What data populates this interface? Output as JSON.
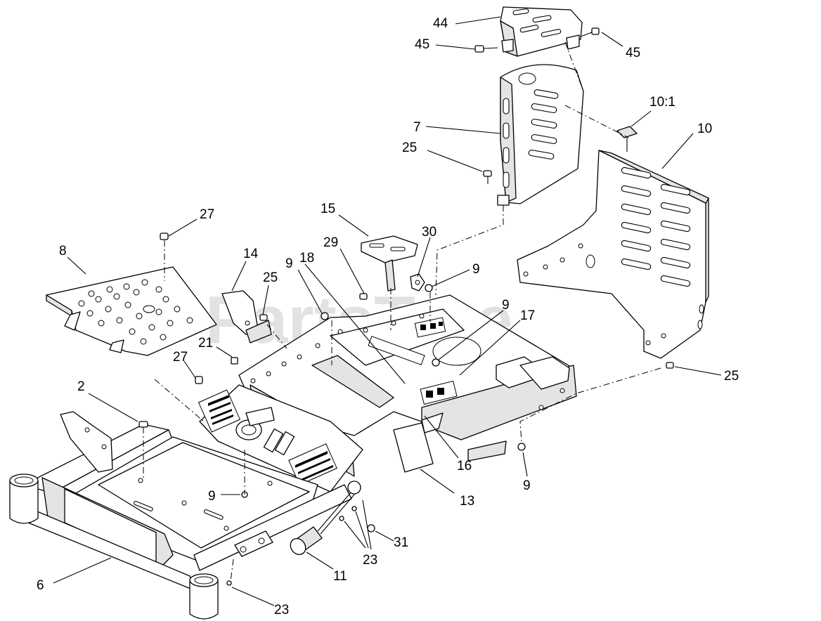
{
  "watermark": {
    "text": "PartsTree",
    "trademark": "TM"
  },
  "callouts": [
    {
      "id": "c44",
      "label": "44"
    },
    {
      "id": "c45a",
      "label": "45"
    },
    {
      "id": "c45b",
      "label": "45"
    },
    {
      "id": "c101",
      "label": "10:1"
    },
    {
      "id": "c10",
      "label": "10"
    },
    {
      "id": "c7",
      "label": "7"
    },
    {
      "id": "c25a",
      "label": "25"
    },
    {
      "id": "c27a",
      "label": "27"
    },
    {
      "id": "c8",
      "label": "8"
    },
    {
      "id": "c15",
      "label": "15"
    },
    {
      "id": "c30",
      "label": "30"
    },
    {
      "id": "c29",
      "label": "29"
    },
    {
      "id": "c9a",
      "label": "9"
    },
    {
      "id": "c14",
      "label": "14"
    },
    {
      "id": "c25b",
      "label": "25"
    },
    {
      "id": "c9b",
      "label": "9"
    },
    {
      "id": "c18",
      "label": "18"
    },
    {
      "id": "c9c",
      "label": "9"
    },
    {
      "id": "c17",
      "label": "17"
    },
    {
      "id": "c21",
      "label": "21"
    },
    {
      "id": "c27b",
      "label": "27"
    },
    {
      "id": "c25c",
      "label": "25"
    },
    {
      "id": "c2",
      "label": "2"
    },
    {
      "id": "c16",
      "label": "16"
    },
    {
      "id": "c9d",
      "label": "9"
    },
    {
      "id": "c13",
      "label": "13"
    },
    {
      "id": "c9e",
      "label": "9"
    },
    {
      "id": "c31",
      "label": "31"
    },
    {
      "id": "c23a",
      "label": "23"
    },
    {
      "id": "c11",
      "label": "11"
    },
    {
      "id": "c6",
      "label": "6"
    },
    {
      "id": "c23b",
      "label": "23"
    }
  ]
}
